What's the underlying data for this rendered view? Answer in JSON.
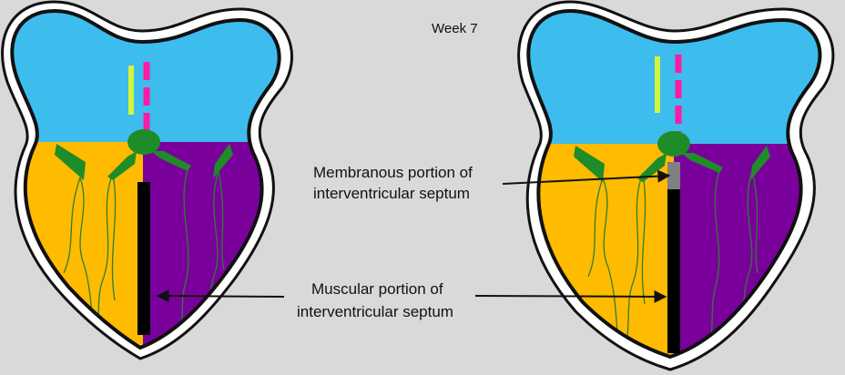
{
  "slide": {
    "week_label": "Week 7"
  },
  "labels": {
    "membranous_line1": "Membranous portion of",
    "membranous_line2": "interventricular septum",
    "muscular_line1": "Muscular portion of",
    "muscular_line2": "interventricular septum"
  },
  "colors": {
    "background": "#d9d9d9",
    "atria": "#3dbcee",
    "right_ventricle": "#ffbb00",
    "left_ventricle": "#7a009c",
    "valve_tissue": "#1e8c28",
    "chordae": "#2e7d32",
    "muscular_septum": "#000000",
    "membranous_septum": "#808080",
    "septum_primum": "#ff1ba8",
    "septum_secundum": "#d4f53c",
    "outline": "#111111",
    "pericardium": "#ffffff"
  }
}
